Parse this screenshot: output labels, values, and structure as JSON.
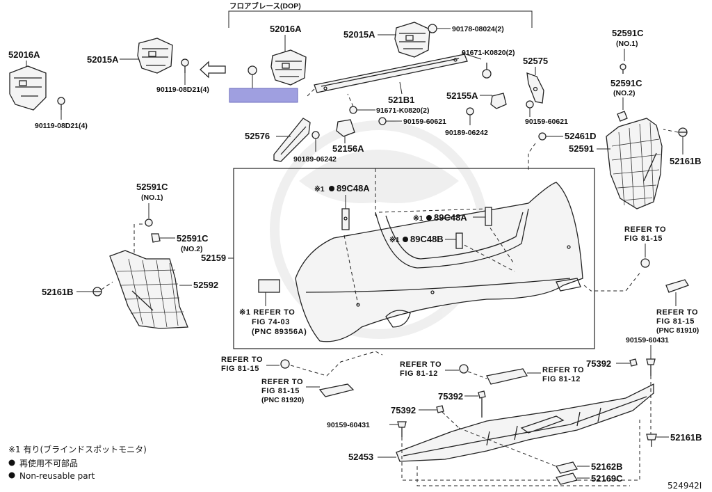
{
  "header": {
    "floor_brace_label": "フロアブレース(DOP)"
  },
  "parts": {
    "p52016A_left": "52016A",
    "p52015A_left": "52015A",
    "p90119_left_top": "90119-08D21(4)",
    "p90119_left_bottom": "90119-08D21(4)",
    "p52016A_center": "52016A",
    "p52015A_center": "52015A",
    "p90178": "90178-08024(2)",
    "p91671_upper": "91671-K0820(2)",
    "p52575": "52575",
    "p521B1": "521B1",
    "p52155A": "52155A",
    "p91671_lower": "91671-K0820(2)",
    "p90159_upper": "90159-60621",
    "p90159_right": "90159-60621",
    "p90189_right": "90189-06242",
    "p52576": "52576",
    "p52156A": "52156A",
    "p90189_left": "90189-06242",
    "p52591C_top_right": "52591C",
    "no1_top_right": "(NO.1)",
    "p52591C_mid_right": "52591C",
    "no2_mid_right": "(NO.2)",
    "p52461D": "52461D",
    "p52591": "52591",
    "p52161B_right": "52161B",
    "p52591C_left_no1": "52591C",
    "no1_left": "(NO.1)",
    "p52591C_left_no2": "52591C",
    "no2_left": "(NO.2)",
    "p52159": "52159",
    "p52161B_left": "52161B",
    "p52592": "52592",
    "p89C48A_top": "89C48A",
    "p89C48A_right": "89C48A",
    "p89C48B": "89C48B",
    "note_mark_1": "※1",
    "note_mark_2": "※1",
    "note_mark_3": "※1",
    "p90159_60431_right": "90159-60431",
    "p75392_right": "75392",
    "p75392_mid": "75392",
    "p75392_lower": "75392",
    "p90159_60431_left": "90159-60431",
    "p52453": "52453",
    "p52161B_lower": "52161B",
    "p52162B": "52162B",
    "p52169C": "52169C"
  },
  "refs": {
    "ref_74_03": [
      "※1 REFER TO",
      "FIG 74-03",
      "(PNC 89356A)"
    ],
    "ref_81_15_right": [
      "REFER TO",
      "FIG 81-15"
    ],
    "ref_81_15_right_pnc": [
      "REFER TO",
      "FIG 81-15",
      "(PNC 81910)"
    ],
    "ref_81_15_left": [
      "REFER TO",
      "FIG 81-15"
    ],
    "ref_81_15_left_pnc": [
      "REFER TO",
      "FIG 81-15",
      "(PNC 81920)"
    ],
    "ref_81_12_left": [
      "REFER TO",
      "FIG 81-12"
    ],
    "ref_81_12_right": [
      "REFER TO",
      "FIG 81-12"
    ]
  },
  "legend": {
    "note1": "※1 有り(ブラインドスポットモニタ)",
    "nonreusable_jp": "再使用不可部品",
    "nonreusable_en": "Non-reusable part"
  },
  "figure_id": "524942I"
}
